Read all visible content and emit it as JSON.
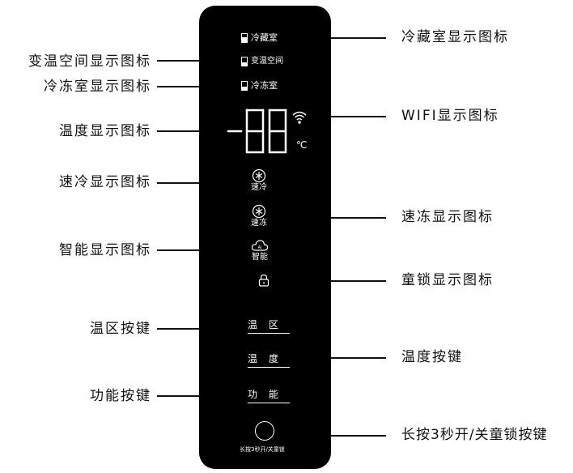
{
  "panel": {
    "indicators": {
      "fridge": "冷藏室",
      "convertible": "变温空间",
      "freezer": "冷冻室"
    },
    "temperature_digits": "-88",
    "temperature_unit": "℃",
    "icons": [
      {
        "name": "fast-cool-icon",
        "label": "速冷"
      },
      {
        "name": "fast-freeze-icon",
        "label": "速冻"
      },
      {
        "name": "smart-icon",
        "label": "智能"
      },
      {
        "name": "lock-icon",
        "label": ""
      }
    ],
    "buttons": {
      "zone": "温区",
      "temperature": "温度",
      "function": "功能"
    },
    "power_label": "长按3秒开/关童锁"
  },
  "annotations": {
    "left": [
      "变温空间显示图标",
      "冷冻室显示图标",
      "温度显示图标",
      "速冷显示图标",
      "智能显示图标",
      "温区按键",
      "功能按键"
    ],
    "right": [
      "冷藏室显示图标",
      "WIFI显示图标",
      "速冻显示图标",
      "童锁显示图标",
      "温度按键",
      "长按3秒开/关童锁按键"
    ]
  }
}
